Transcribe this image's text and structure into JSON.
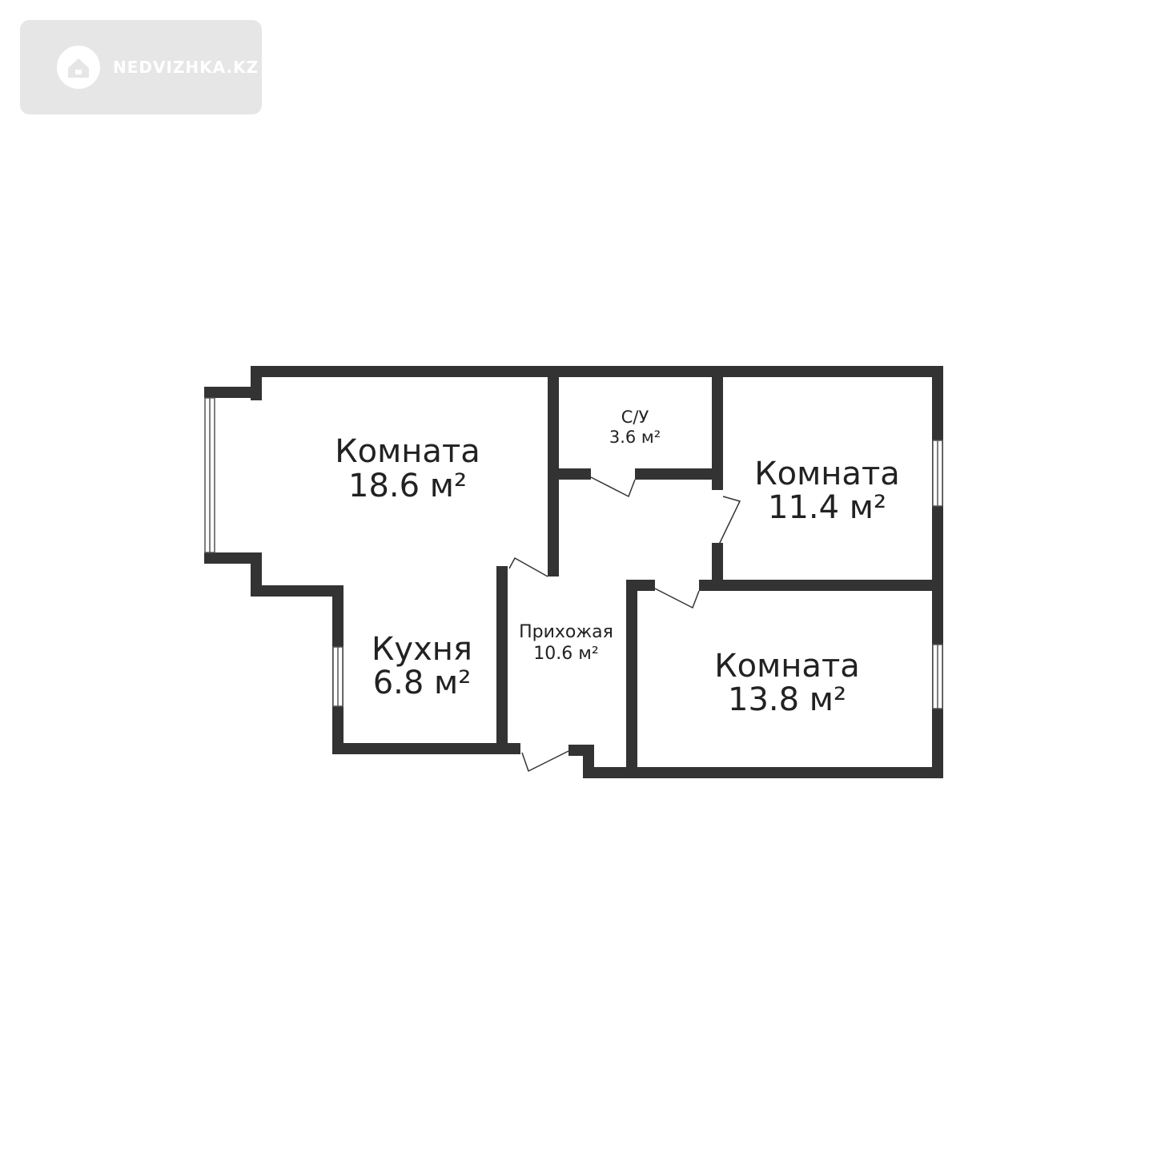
{
  "watermark": {
    "text": "NEDVIZHKA.KZ",
    "icon": "house-icon"
  },
  "colors": {
    "wall": "#333333",
    "logo_bg": "#e6e6e6"
  },
  "rooms": [
    {
      "name": "Комната",
      "area": "18.6 м²"
    },
    {
      "name": "Кухня",
      "area": "6.8 м²"
    },
    {
      "name": "С/У",
      "area": "3.6 м²"
    },
    {
      "name": "Прихожая",
      "area": "10.6 м²"
    },
    {
      "name": "Комната",
      "area": "11.4 м²"
    },
    {
      "name": "Комната",
      "area": "13.8 м²"
    }
  ]
}
